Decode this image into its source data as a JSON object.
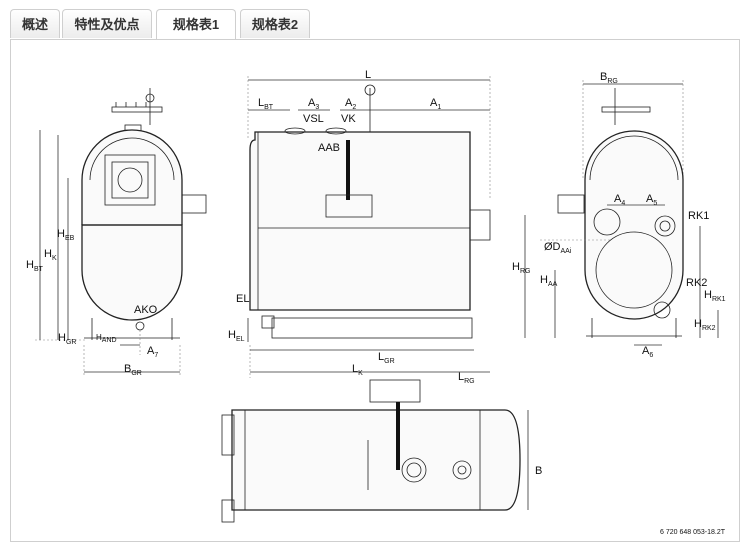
{
  "tabs": [
    {
      "label": "概述",
      "active": false
    },
    {
      "label": "特性及优点",
      "active": false
    },
    {
      "label": "规格表1",
      "active": true
    },
    {
      "label": "规格表2",
      "active": false
    }
  ],
  "drawing": {
    "front_view": {
      "labels": {
        "heb": "H",
        "heb_sub": "EB",
        "hk": "H",
        "hk_sub": "K",
        "hbt": "H",
        "hbt_sub": "BT",
        "hgr": "H",
        "hgr_sub": "GR",
        "hano": "H",
        "hano_sub": "AND",
        "ako": "AKO",
        "a7": "A",
        "a7_sub": "7",
        "bgr": "B",
        "bgr_sub": "GR"
      }
    },
    "side_view": {
      "labels": {
        "l": "L",
        "lbt": "L",
        "lbt_sub": "BT",
        "a3": "A",
        "a3_sub": "3",
        "a2": "A",
        "a2_sub": "2",
        "a1": "A",
        "a1_sub": "1",
        "vsl": "VSL",
        "vk": "VK",
        "aab": "AAB",
        "el": "EL",
        "hel": "H",
        "hel_sub": "EL",
        "lgr": "L",
        "lgr_sub": "GR",
        "lk": "L",
        "lk_sub": "K",
        "lrg": "L",
        "lrg_sub": "RG"
      }
    },
    "rear_view": {
      "labels": {
        "brg": "B",
        "brg_sub": "RG",
        "a4": "A",
        "a4_sub": "4",
        "a5": "A",
        "a5_sub": "5",
        "rk1": "RK1",
        "daai": "ØD",
        "daai_sub": "AAi",
        "hrg": "H",
        "hrg_sub": "RG",
        "haa": "H",
        "haa_sub": "AA",
        "rk2": "RK2",
        "hrk1": "H",
        "hrk1_sub": "RK1",
        "hrk2": "H",
        "hrk2_sub": "RK2",
        "a6": "A",
        "a6_sub": "6"
      }
    },
    "top_view": {
      "labels": {
        "b": "B"
      }
    },
    "doc_number": "6 720 648 053-18.2T"
  }
}
